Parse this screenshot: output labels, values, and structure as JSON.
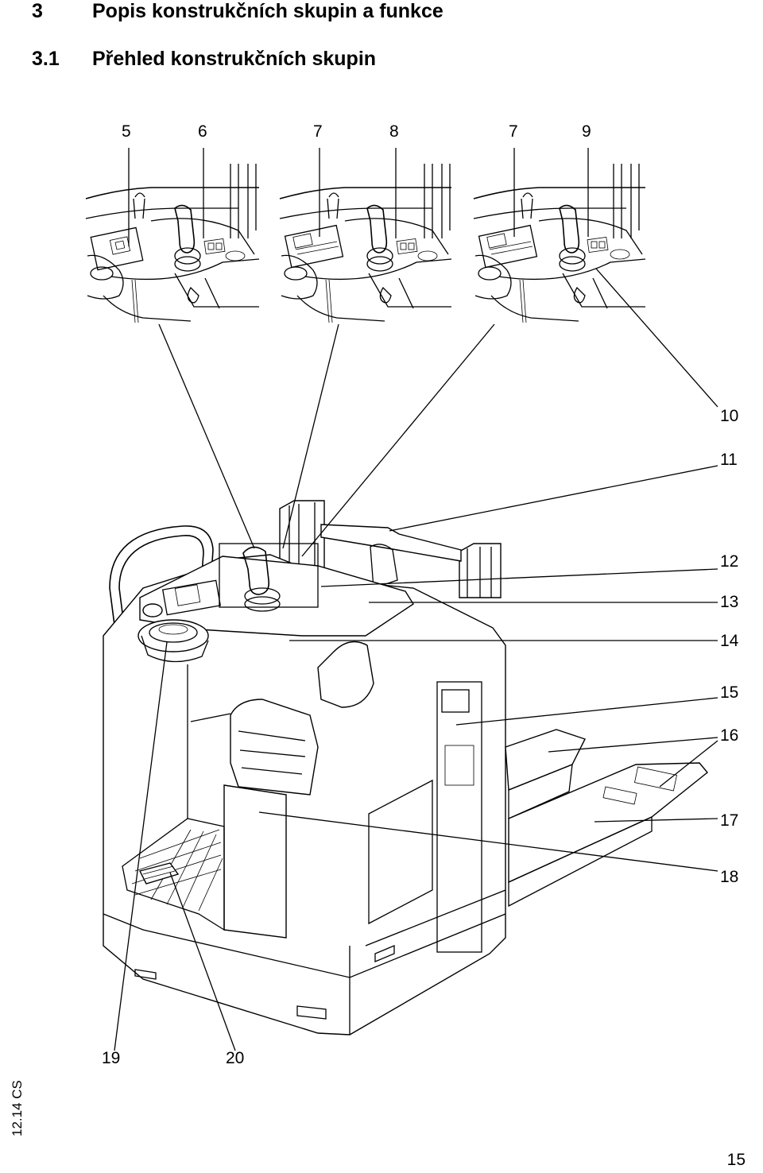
{
  "heading": {
    "chapter_number": "3",
    "chapter_title": "Popis konstrukčních skupin a funkce",
    "section_number": "3.1",
    "section_title": "Přehled konstrukčních skupin"
  },
  "figure": {
    "top_callouts": [
      "5",
      "6",
      "7",
      "8",
      "7",
      "9"
    ],
    "right_callouts": [
      "10",
      "11",
      "12",
      "13",
      "14",
      "15",
      "16",
      "17",
      "18"
    ],
    "bottom_callouts": [
      "19",
      "20"
    ]
  },
  "footer": {
    "side_code": "12.14 CS",
    "page_number": "15"
  }
}
